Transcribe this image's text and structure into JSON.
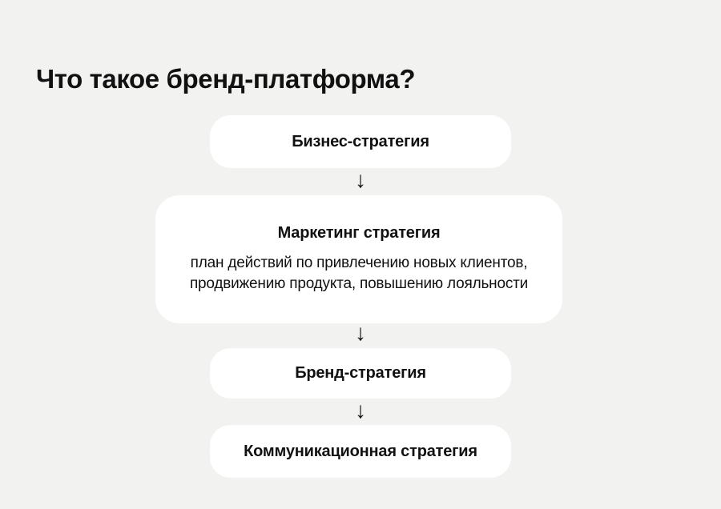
{
  "page": {
    "title": "Что такое бренд-платформа?"
  },
  "colors": {
    "background": "#f2f2f0",
    "card": "#ffffff",
    "text": "#111111"
  },
  "flow": {
    "arrow_glyph": "↓",
    "steps": [
      {
        "id": "business",
        "title": "Бизнес-стратегия"
      },
      {
        "id": "marketing",
        "title": "Маркетинг стратегия",
        "description_lines": [
          "план действий по привлечению новых клиентов,",
          "продвижению продукта, повышению лояльности"
        ]
      },
      {
        "id": "brand",
        "title": "Бренд-стратегия"
      },
      {
        "id": "communication",
        "title": "Коммуникационная стратегия"
      }
    ]
  }
}
